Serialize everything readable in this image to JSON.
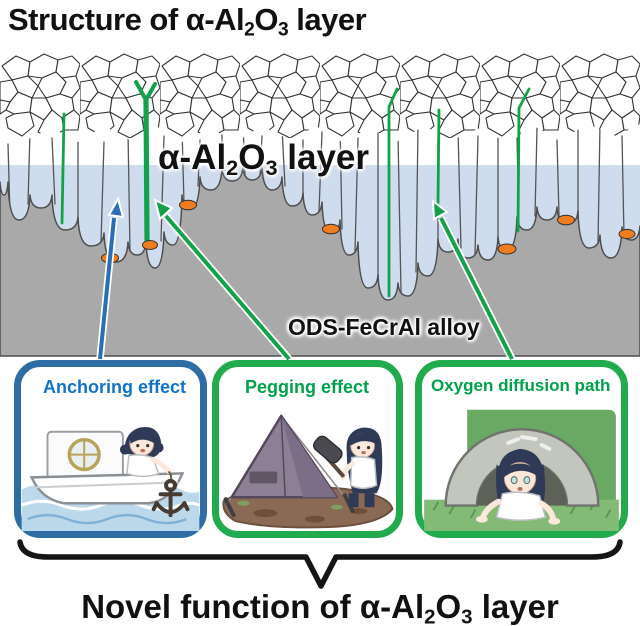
{
  "header": {
    "title": "Structure of α-Al₂O₃ layer"
  },
  "diagram": {
    "layer_label": "α-Al₂O₃ layer",
    "alloy_label": "ODS-FeCrAl alloy",
    "colors": {
      "oxide_band": "#cfdcee",
      "alloy_gray": "#a9a9a9",
      "grain_boundary_green": "#12a24c",
      "anchor_arrow_blue": "#2a6db8",
      "oxide_particle_orange": "#ef7d1f"
    }
  },
  "cards": [
    {
      "id": "anchoring",
      "label": "Anchoring effect",
      "accent": "#2e6da4",
      "text_color": "#1173c5"
    },
    {
      "id": "pegging",
      "label": "Pegging effect",
      "accent": "#21ab4e",
      "text_color": "#00a14b"
    },
    {
      "id": "oxygen",
      "label": "Oxygen diffusion path",
      "accent": "#21ab4e",
      "text_color": "#00a14b"
    }
  ],
  "footer": {
    "caption": "Novel function of α-Al₂O₃ layer"
  }
}
